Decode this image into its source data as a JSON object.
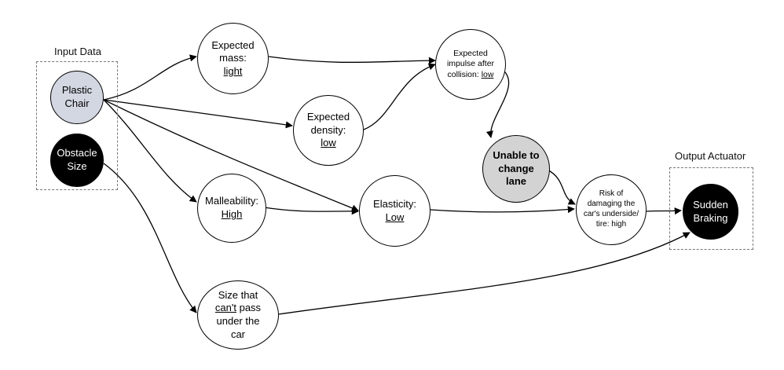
{
  "groups": {
    "input": {
      "label": "Input Data"
    },
    "output": {
      "label": "Output Actuator"
    }
  },
  "nodes": {
    "plastic_chair": {
      "l1": "Plastic",
      "l2": "Chair"
    },
    "obstacle_size": {
      "l1": "Obstacle",
      "l2": "Size"
    },
    "expected_mass": {
      "l1": "Expected",
      "l2": "mass:",
      "l3": "light"
    },
    "expected_density": {
      "l1": "Expected",
      "l2": "density:",
      "l3": "low"
    },
    "expected_impulse": {
      "l1": "Expected",
      "l2": "impulse after",
      "l3a": "collision: ",
      "l3b": "low"
    },
    "malleability": {
      "l1": "Malleability:",
      "l2": "High"
    },
    "elasticity": {
      "l1": "Elasticity:",
      "l2": "Low"
    },
    "unable_change_lane": {
      "l1": "Unable to",
      "l2": "change",
      "l3": "lane"
    },
    "risk_damage": {
      "l1": "Risk of",
      "l2": "damaging the",
      "l3": "car's underside/",
      "l4": "tire: high"
    },
    "sudden_braking": {
      "l1": "Sudden",
      "l2": "Braking"
    },
    "size_cant_pass": {
      "l1": "Size that",
      "l2a": "can't",
      "l2b": " pass",
      "l3": "under the",
      "l4": "car"
    }
  },
  "colors": {
    "input_node_fill": "#d3d7e2",
    "black_node_fill": "#000000",
    "gray_node_fill": "#d3d3d3",
    "edge": "#000000"
  }
}
